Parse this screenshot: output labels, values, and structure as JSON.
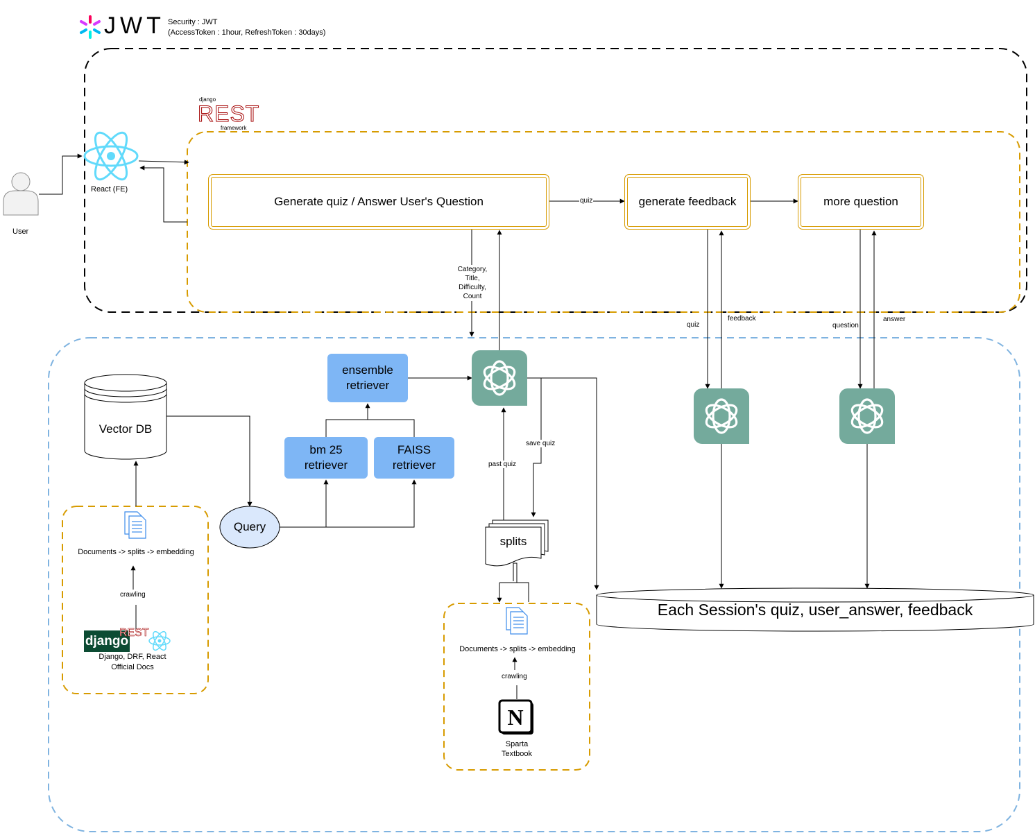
{
  "jwt": {
    "logo_text": "JWT",
    "security": "Security : JWT",
    "tokens": "(AccessToken : 1hour, RefreshToken : 30days)"
  },
  "drf_logo": {
    "top": "django",
    "main": "REST",
    "bottom": "framework"
  },
  "user": {
    "label": "User"
  },
  "react": {
    "label": "React (FE)"
  },
  "nodes": {
    "generate_quiz": "Generate quiz / Answer User's Question",
    "generate_feedback": "generate feedback",
    "more_question": "more question",
    "ensemble": "ensemble retriever",
    "bm25": "bm 25 retriever",
    "faiss": "FAISS retriever",
    "vector_db": "Vector DB",
    "query": "Query",
    "splits": "splits",
    "session_db": "Each Session's quiz, user_answer, feedback"
  },
  "edges": {
    "quiz_top": "quiz",
    "params": [
      "Category,",
      "Title,",
      "Difficulty,",
      "Count"
    ],
    "quiz_down": "quiz",
    "feedback_up": "feedback",
    "question_down": "question",
    "answer_up": "answer",
    "save_quiz": "save quiz",
    "past_quiz": "past quiz"
  },
  "left_group": {
    "pipeline": "Documents -> splits -> embedding",
    "crawling": "crawling",
    "django_logo": "django",
    "source_line1": "Django, DRF, React",
    "source_line2": "Official Docs"
  },
  "right_group": {
    "pipeline": "Documents -> splits -> embedding",
    "crawling": "crawling",
    "notion_letter": "N",
    "source_line1": "Sparta",
    "source_line2": "Textbook"
  },
  "colors": {
    "orange": "#d79b00",
    "blue_dash": "#7fb3e0",
    "retriever_fill": "#7eb6f5",
    "openai_green": "#74aa9c",
    "query_fill": "#dae8fc",
    "django_green": "#0c4b33",
    "react_blue": "#61dafb"
  }
}
